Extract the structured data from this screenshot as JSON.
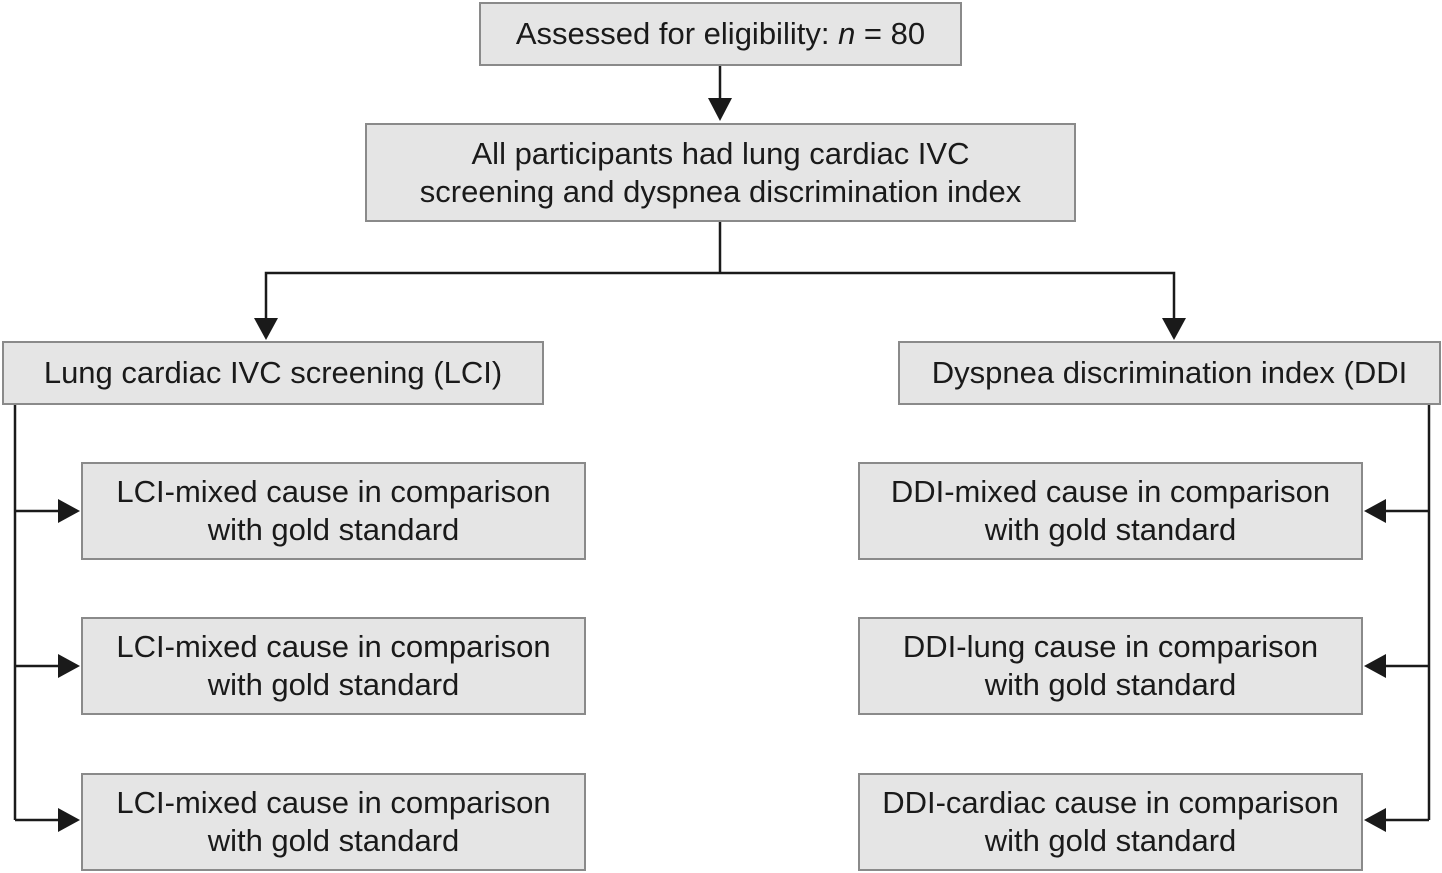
{
  "top": {
    "label": "Assessed for eligibility: ",
    "n_symbol": "n",
    "n_value": " = 80"
  },
  "all_participants": {
    "line1": "All participants had lung cardiac IVC",
    "line2": "screening and dyspnea discrimination index"
  },
  "lci": {
    "title": "Lung cardiac IVC screening (LCI)",
    "items": [
      {
        "line1": "LCI-mixed cause in comparison",
        "line2": "with gold standard"
      },
      {
        "line1": "LCI-mixed cause in comparison",
        "line2": "with gold standard"
      },
      {
        "line1": "LCI-mixed cause in comparison",
        "line2": "with gold standard"
      }
    ]
  },
  "ddi": {
    "title": "Dyspnea discrimination index (DDI",
    "items": [
      {
        "line1": "DDI-mixed cause in comparison",
        "line2": "with gold standard"
      },
      {
        "line1": "DDI-lung cause in comparison",
        "line2": "with gold standard"
      },
      {
        "line1": "DDI-cardiac cause in comparison",
        "line2": "with gold standard"
      }
    ]
  },
  "colors": {
    "box_fill": "#e5e5e5",
    "box_border": "#8a8a8a",
    "line": "#1a1a1a"
  }
}
